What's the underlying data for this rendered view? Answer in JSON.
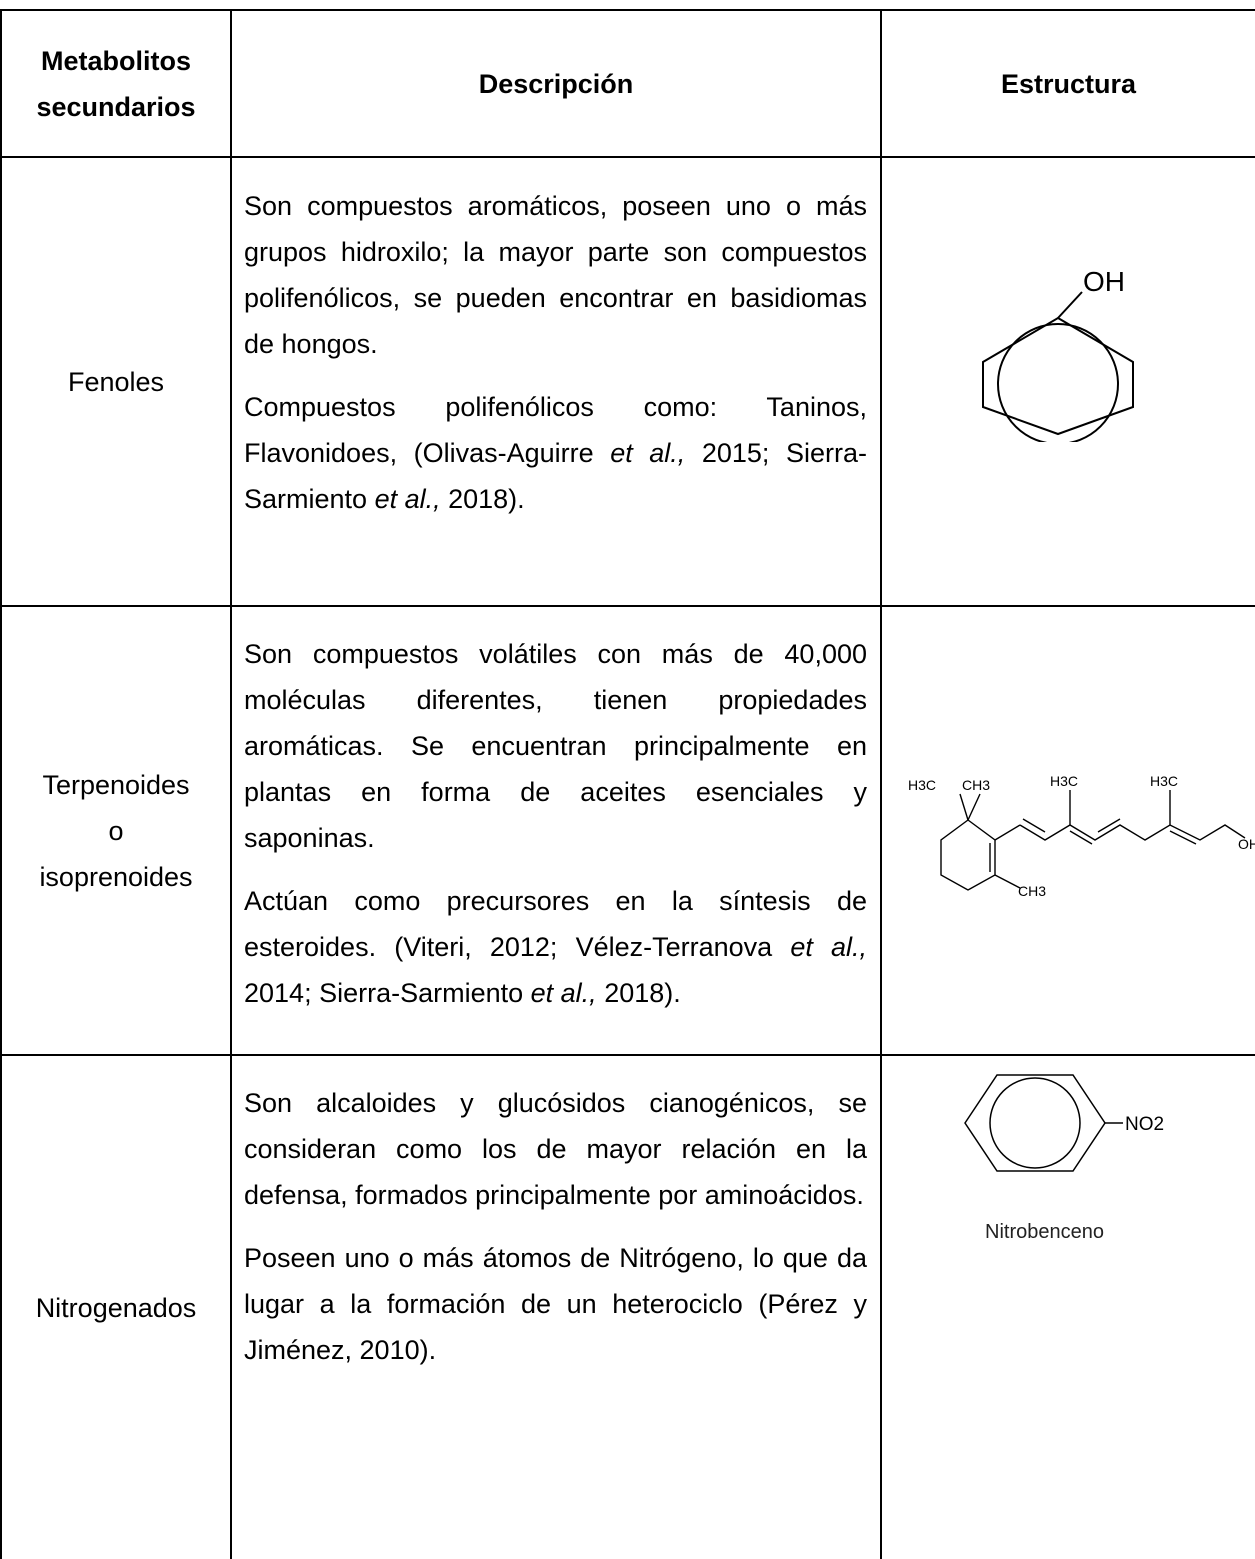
{
  "table": {
    "headers": {
      "col1": "Metabolitos secundarios",
      "col2": "Descripción",
      "col3": "Estructura"
    },
    "rows": [
      {
        "category": "Fenoles",
        "paragraphs": [
          [
            "Son compuestos aromáticos, poseen uno o más grupos hidroxilo; la mayor parte son compuestos polifenólicos, se pueden encontrar en basidiomas de hongos."
          ],
          [
            "Compuestos polifenólicos como: Taninos, Flavonidoes, (Olivas-Aguirre ",
            "et al.,",
            " 2015; Sierra-Sarmiento ",
            "et al.,",
            " 2018)."
          ]
        ],
        "structure_labels": {
          "oh": "OH"
        }
      },
      {
        "category_lines": [
          "Terpenoides",
          "o",
          "isoprenoides"
        ],
        "paragraphs": [
          [
            "Son compuestos volátiles con más de 40,000 moléculas diferentes, tienen propiedades aromáticas. Se encuentran principalmente en plantas en forma de aceites esenciales y saponinas."
          ],
          [
            "Actúan como precursores en la síntesis de esteroides. (Viteri, 2012; Vélez-Terranova ",
            "et al.,",
            " 2014; Sierra-Sarmiento ",
            "et al.,",
            " 2018)."
          ]
        ],
        "structure_labels": {
          "h3c_a": "H3C",
          "ch3_a": "CH3",
          "h3c_b": "H3C",
          "h3c_c": "H3C",
          "ch3_b": "CH3",
          "oh": "OH"
        }
      },
      {
        "category": "Nitrogenados",
        "paragraphs": [
          [
            "Son alcaloides y glucósidos cianogénicos, se consideran como los de mayor relación en la defensa, formados principalmente por aminoácidos."
          ],
          [
            "Poseen uno o más átomos de Nitrógeno, lo que da lugar a la formación de un heterociclo (Pérez y Jiménez, 2010)."
          ]
        ],
        "structure_labels": {
          "no2": "NO2",
          "caption": "Nitrobenceno"
        }
      }
    ]
  }
}
